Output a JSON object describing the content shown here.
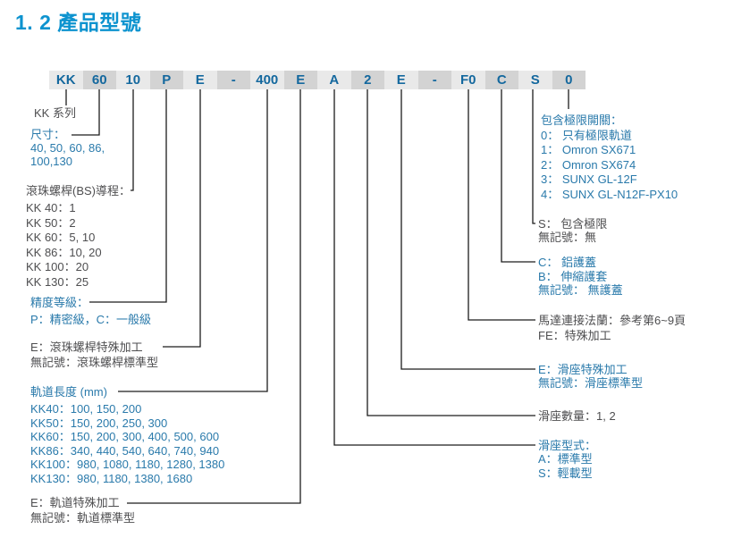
{
  "page": {
    "title": "1. 2 產品型號"
  },
  "colors": {
    "title": "#0d93cf",
    "blue": "#2a7aab",
    "dark": "#4e4e50",
    "seg": "#14689e",
    "strip_light": "#e9e9e9",
    "strip_dark": "#d3d3d3",
    "line": "#1c1c1c"
  },
  "model_code": {
    "segments": [
      "KK",
      "60",
      "10",
      "P",
      "E",
      "-",
      "400",
      "E",
      "A",
      "2",
      "E",
      "-",
      "F0",
      "C",
      "S",
      "0"
    ]
  },
  "left_labels": {
    "series": {
      "text": "KK 系列"
    },
    "size": {
      "heading": "尺寸：",
      "lines": [
        "40, 50, 60, 86,",
        "100,130"
      ]
    },
    "bs_lead": {
      "heading": "滾珠螺桿(BS)導程：",
      "lines": [
        "KK 40：1",
        "KK 50：2",
        "KK 60：5, 10",
        "KK 86：10, 20",
        "KK 100：20",
        "KK 130：25"
      ]
    },
    "precision": {
      "heading": "精度等級：",
      "lines": [
        "P：精密級，C：一般級"
      ]
    },
    "bs_special": {
      "lines": [
        "E：滾珠螺桿特殊加工",
        "無記號：滾珠螺桿標準型"
      ]
    },
    "rail_length": {
      "heading": "軌道長度 (mm)",
      "lines": [
        "KK40：100, 150, 200",
        "KK50：150, 200, 250, 300",
        "KK60：150, 200, 300,  400,  500, 600",
        "KK86：340, 440, 540, 640, 740, 940",
        "KK100：980, 1080, 1180, 1280, 1380",
        "KK130：980, 1180, 1380, 1680"
      ]
    },
    "rail_special": {
      "lines": [
        "E：軌道特殊加工",
        "無記號：軌道標準型"
      ]
    }
  },
  "right_labels": {
    "limit_switch": {
      "heading": "包含極限開關：",
      "lines": [
        "0： 只有極限軌道",
        "1： Omron SX671",
        "2： Omron SX674",
        "3： SUNX GL-12F",
        "4： SUNX GL-N12F-PX10"
      ]
    },
    "s_limit": {
      "lines": [
        "S： 包含極限",
        "無記號：無"
      ]
    },
    "cover": {
      "lines": [
        "C： 鋁護蓋",
        "B： 伸縮護套",
        "無記號： 無護蓋"
      ]
    },
    "motor_flange": {
      "lines": [
        "馬達連接法蘭：參考第6~9頁",
        "FE：特殊加工"
      ]
    },
    "slider_special": {
      "lines": [
        "E：滑座特殊加工",
        "無記號：滑座標準型"
      ]
    },
    "slider_qty": {
      "lines": [
        "滑座數量：1, 2"
      ]
    },
    "slider_type": {
      "heading": "滑座型式：",
      "lines": [
        "A：標準型",
        "S：輕載型"
      ]
    }
  }
}
